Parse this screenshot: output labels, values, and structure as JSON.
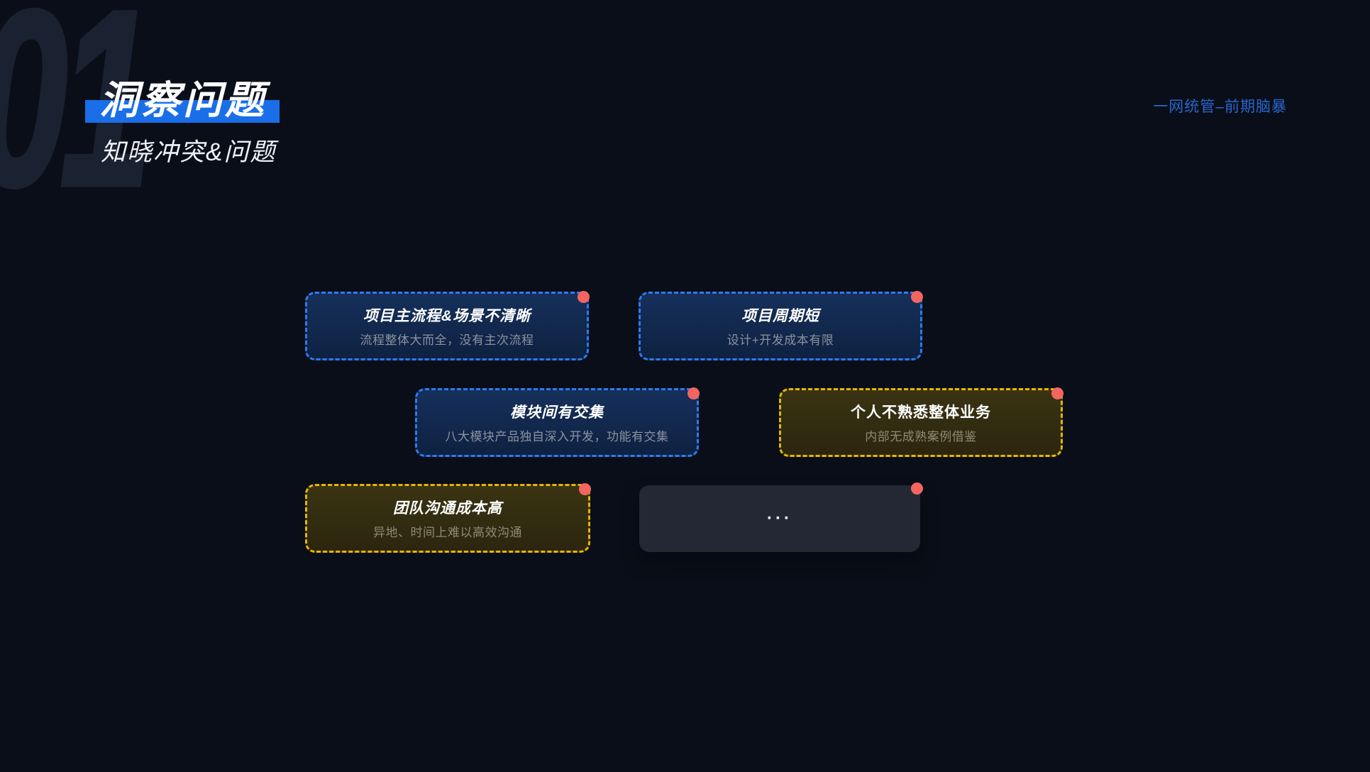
{
  "slide": {
    "section_number": "01",
    "title": "洞察问题",
    "subtitle": "知晓冲突&问题",
    "corner_label": "一网统管–前期脑暴"
  },
  "cards": [
    {
      "title": "项目主流程&场景不清晰",
      "subtitle": "流程整体大而全，没有主次流程",
      "theme": "blue"
    },
    {
      "title": "项目周期短",
      "subtitle": "设计+开发成本有限",
      "theme": "blue"
    },
    {
      "title": "模块间有交集",
      "subtitle": "八大模块产品独自深入开发，功能有交集",
      "theme": "blue"
    },
    {
      "title": "个人不熟悉整体业务",
      "subtitle": "内部无成熟案例借鉴",
      "theme": "olive"
    },
    {
      "title": "团队沟通成本高",
      "subtitle": "异地、时间上难以高效沟通",
      "theme": "olive"
    },
    {
      "title": "···",
      "subtitle": "",
      "theme": "gray"
    }
  ],
  "colors": {
    "background": "#0a0e18",
    "watermark": "#1a2130",
    "accent_bar": "#1a6fe8",
    "corner_label_text": "#2966cf",
    "blue_card_border": "#2e7bf0",
    "blue_card_bg_top": "#16305b",
    "blue_card_bg_bottom": "#0e2141",
    "olive_card_border": "#e9b407",
    "olive_card_bg_top": "#3a3413",
    "olive_card_bg_bottom": "#2b260e",
    "gray_card_bg": "#232834",
    "marker_dot": "#f4655f",
    "card_title": "#ffffff",
    "card_subtitle_blue": "#8b929e",
    "card_subtitle_olive": "#8f8a74"
  }
}
